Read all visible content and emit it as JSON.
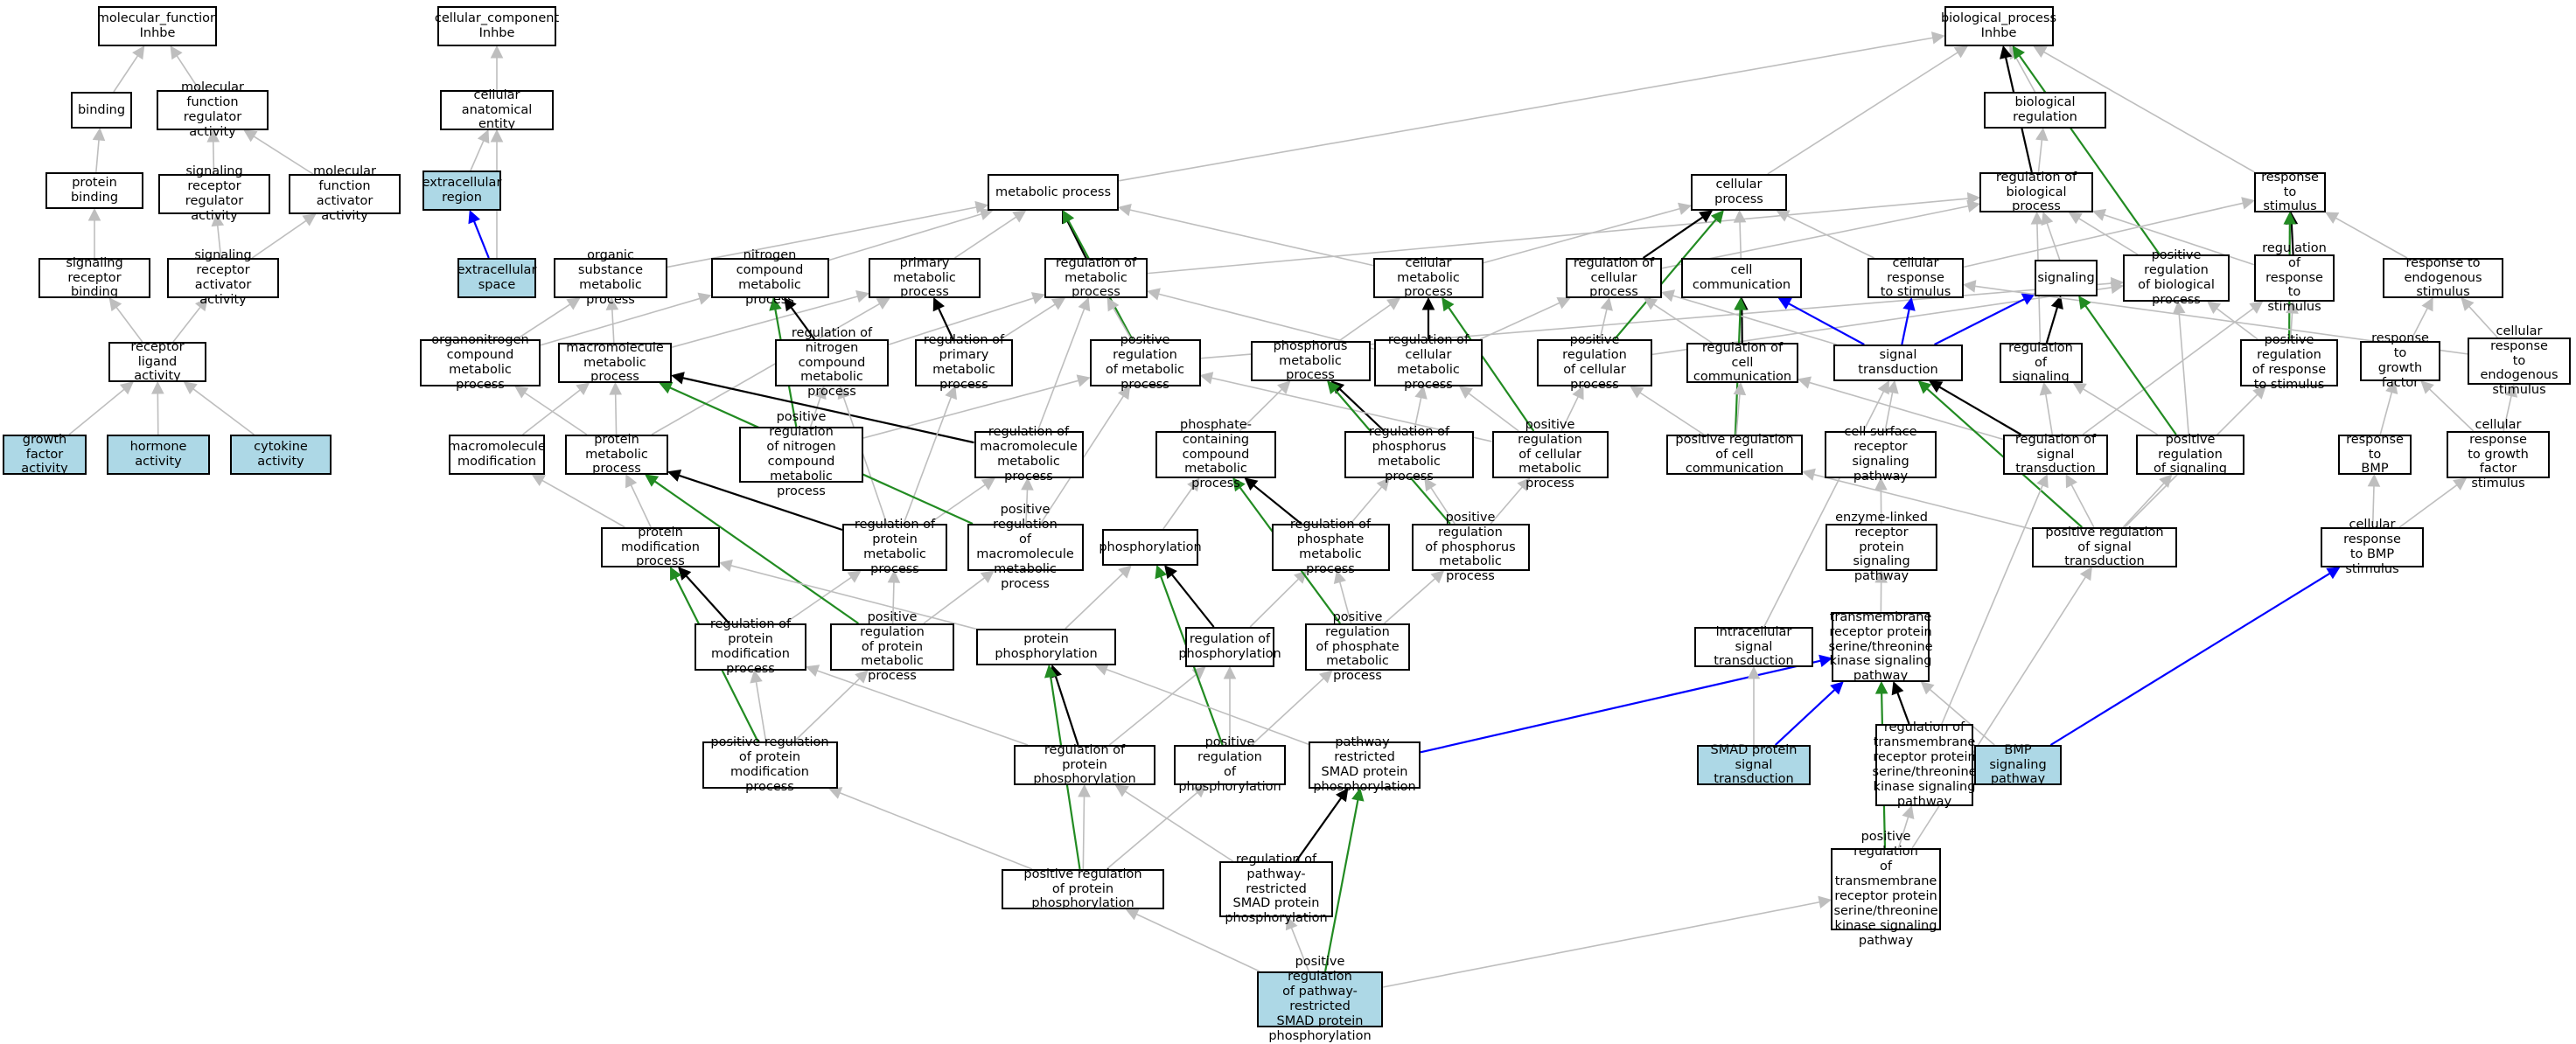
{
  "colors": {
    "node_fill": "#ffffff",
    "highlight_fill": "#add8e6",
    "is_a": "#bebebe",
    "part_of": "#0000ff",
    "regulates": "#000000",
    "positively_regulates": "#228b22"
  },
  "nodes": {
    "mf": "molecular_function\nInhbe",
    "cc": "cellular_component\nInhbe",
    "bp": "biological_process\nInhbe",
    "binding": "binding",
    "mfreg": "molecular function\nregulator activity",
    "cae": "cellular anatomical\nentity",
    "bioreg": "biological regulation",
    "protbind": "protein binding",
    "srra": "signaling receptor\nregulator activity",
    "mfact": "molecular function\nactivator activity",
    "extreg": "extracellular\nregion",
    "metab": "metabolic process",
    "cellproc": "cellular process",
    "regbio": "regulation of\nbiological process",
    "resp": "response to\nstimulus",
    "srbind": "signaling receptor\nbinding",
    "sraa": "signaling receptor\nactivator activity",
    "extspace": "extracellular\nspace",
    "orgsub": "organic substance\nmetabolic process",
    "nitro": "nitrogen compound\nmetabolic process",
    "primary": "primary metabolic\nprocess",
    "regmet": "regulation of\nmetabolic process",
    "cellmet": "cellular metabolic\nprocess",
    "regcell": "regulation of\ncellular process",
    "cellcomm": "cell communication",
    "cellresp": "cellular response\nto stimulus",
    "signaling": "signaling",
    "posregbio": "positive regulation\nof biological\nprocess",
    "regresp": "regulation of\nresponse to\nstimulus",
    "respendo": "response to\nendogenous stimulus",
    "rla": "receptor ligand\nactivity",
    "orgnitro": "organonitrogen\ncompound metabolic\nprocess",
    "macro": "macromolecule\nmetabolic process",
    "regnitro": "regulation of\nnitrogen compound\nmetabolic process",
    "regprim": "regulation of\nprimary metabolic\nprocess",
    "posregmet": "positive regulation\nof metabolic\nprocess",
    "phosmet": "phosphorus metabolic\nprocess",
    "regcellmet": "regulation of\ncellular metabolic\nprocess",
    "posregcell": "positive regulation\nof cellular\nprocess",
    "regcomm": "regulation of\ncell communication",
    "signtrans": "signal transduction",
    "regsig": "regulation of\nsignaling",
    "posregresp": "positive regulation\nof response\nto stimulus",
    "respgf": "response to\ngrowth factor",
    "cellrespendo": "cellular response\nto endogenous\nstimulus",
    "gfa": "growth factor\nactivity",
    "horm": "hormone activity",
    "cyto": "cytokine activity",
    "macmod": "macromolecule\nmodification",
    "protmet": "protein metabolic\nprocess",
    "posregnitro": "positive regulation\nof nitrogen\ncompound metabolic\nprocess",
    "regmacro": "regulation of\nmacromolecule\nmetabolic process",
    "phoscont": "phosphate-containing\ncompound metabolic\nprocess",
    "regphosmet": "regulation of\nphosphorus metabolic\nprocess",
    "posregcellmet": "positive regulation\nof cellular\nmetabolic process",
    "posregcomm": "positive regulation\nof cell communication",
    "csrsp": "cell surface\nreceptor signaling\npathway",
    "regsigtrans": "regulation of\nsignal transduction",
    "posregsig": "positive regulation\nof signaling",
    "respbmp": "response to\nBMP",
    "cellrespgf": "cellular response\nto growth factor\nstimulus",
    "protmod": "protein modification\nprocess",
    "regprotmet": "regulation of\nprotein metabolic\nprocess",
    "posregmacro": "positive regulation\nof macromolecule\nmetabolic process",
    "phosph": "phosphorylation",
    "regphosphate": "regulation of\nphosphate metabolic\nprocess",
    "posregphosmet": "positive regulation\nof phosphorus\nmetabolic process",
    "enzlinked": "enzyme-linked\nreceptor protein\nsignaling pathway",
    "posregsigtrans": "positive regulation\nof signal transduction",
    "cellrespbmp": "cellular response\nto BMP stimulus",
    "regprotmod": "regulation of\nprotein modification\nprocess",
    "posregprotmet": "positive regulation\nof protein metabolic\nprocess",
    "protphos": "protein phosphorylation",
    "regphos": "regulation of\nphosphorylation",
    "posregphosphate": "positive regulation\nof phosphate\nmetabolic process",
    "intrasig": "intracellular\nsignal transduction",
    "tmrpk": "transmembrane\nreceptor protein\nserine/threonine\nkinase signaling\npathway",
    "posregprotmod": "positive regulation\nof protein modification\nprocess",
    "regprotphos": "regulation of\nprotein phosphorylation",
    "posregphos": "positive regulation\nof phosphorylation",
    "prsmad": "pathway-restricted\nSMAD protein\nphosphorylation",
    "smad": "SMAD protein\nsignal transduction",
    "regtmrpk": "regulation of\ntransmembrane\nreceptor protein\nserine/threonine\nkinase signaling\npathway",
    "bmpsig": "BMP signaling\npathway",
    "posregprotphos": "positive regulation\nof protein phosphorylation",
    "regprsmad": "regulation of\npathway-restricted\nSMAD protein\nphosphorylation",
    "posregtmrpk": "positive regulation\nof transmembrane\nreceptor protein\nserine/threonine\nkinase signaling\npathway",
    "posregprsmad": "positive regulation\nof pathway-restricted\nSMAD protein\nphosphorylation"
  },
  "highlighted": [
    "extreg",
    "extspace",
    "gfa",
    "horm",
    "cyto",
    "smad",
    "bmpsig",
    "posregprsmad"
  ],
  "edges": [
    [
      "binding",
      "mf",
      "is_a"
    ],
    [
      "mfreg",
      "mf",
      "is_a"
    ],
    [
      "protbind",
      "binding",
      "is_a"
    ],
    [
      "srbind",
      "protbind",
      "is_a"
    ],
    [
      "rla",
      "srbind",
      "is_a"
    ],
    [
      "srra",
      "mfreg",
      "is_a"
    ],
    [
      "mfact",
      "mfreg",
      "is_a"
    ],
    [
      "sraa",
      "srra",
      "is_a"
    ],
    [
      "sraa",
      "mfact",
      "is_a"
    ],
    [
      "rla",
      "sraa",
      "is_a"
    ],
    [
      "gfa",
      "rla",
      "is_a"
    ],
    [
      "horm",
      "rla",
      "is_a"
    ],
    [
      "cyto",
      "rla",
      "is_a"
    ],
    [
      "cae",
      "cc",
      "is_a"
    ],
    [
      "extreg",
      "cae",
      "is_a"
    ],
    [
      "extspace",
      "extreg",
      "part_of"
    ],
    [
      "extspace",
      "cae",
      "is_a"
    ],
    [
      "metab",
      "bp",
      "is_a"
    ],
    [
      "cellproc",
      "bp",
      "is_a"
    ],
    [
      "bioreg",
      "bp",
      "is_a"
    ],
    [
      "regbio",
      "bp",
      "regulates"
    ],
    [
      "regbio",
      "bioreg",
      "is_a"
    ],
    [
      "resp",
      "bp",
      "is_a"
    ],
    [
      "posregbio",
      "bp",
      "positively_regulates"
    ],
    [
      "posregbio",
      "regbio",
      "is_a"
    ],
    [
      "orgsub",
      "metab",
      "is_a"
    ],
    [
      "nitro",
      "metab",
      "is_a"
    ],
    [
      "primary",
      "metab",
      "is_a"
    ],
    [
      "regmet",
      "metab",
      "regulates"
    ],
    [
      "cellmet",
      "metab",
      "is_a"
    ],
    [
      "posregmet",
      "metab",
      "positively_regulates"
    ],
    [
      "regmet",
      "regbio",
      "is_a"
    ],
    [
      "cellmet",
      "cellproc",
      "is_a"
    ],
    [
      "regcell",
      "cellproc",
      "regulates"
    ],
    [
      "regcell",
      "regbio",
      "is_a"
    ],
    [
      "cellcomm",
      "cellproc",
      "is_a"
    ],
    [
      "cellresp",
      "cellproc",
      "is_a"
    ],
    [
      "cellresp",
      "resp",
      "is_a"
    ],
    [
      "signaling",
      "regbio",
      "is_a"
    ],
    [
      "regresp",
      "resp",
      "regulates"
    ],
    [
      "regresp",
      "regbio",
      "is_a"
    ],
    [
      "respendo",
      "resp",
      "is_a"
    ],
    [
      "orgnitro",
      "orgsub",
      "is_a"
    ],
    [
      "orgnitro",
      "nitro",
      "is_a"
    ],
    [
      "macro",
      "orgsub",
      "is_a"
    ],
    [
      "macro",
      "primary",
      "is_a"
    ],
    [
      "regnitro",
      "nitro",
      "regulates"
    ],
    [
      "regnitro",
      "regmet",
      "is_a"
    ],
    [
      "regprim",
      "primary",
      "regulates"
    ],
    [
      "regprim",
      "regmet",
      "is_a"
    ],
    [
      "posregmet",
      "regmet",
      "is_a"
    ],
    [
      "posregmet",
      "posregbio",
      "is_a"
    ],
    [
      "phosmet",
      "cellmet",
      "is_a"
    ],
    [
      "regcellmet",
      "cellmet",
      "regulates"
    ],
    [
      "regcellmet",
      "regmet",
      "is_a"
    ],
    [
      "regcellmet",
      "regcell",
      "is_a"
    ],
    [
      "posregcell",
      "cellproc",
      "positively_regulates"
    ],
    [
      "posregcell",
      "regcell",
      "is_a"
    ],
    [
      "posregcell",
      "posregbio",
      "is_a"
    ],
    [
      "regcomm",
      "cellcomm",
      "regulates"
    ],
    [
      "regcomm",
      "regcell",
      "is_a"
    ],
    [
      "signtrans",
      "cellcomm",
      "part_of"
    ],
    [
      "signtrans",
      "signaling",
      "part_of"
    ],
    [
      "signtrans",
      "cellresp",
      "part_of"
    ],
    [
      "signtrans",
      "regcell",
      "is_a"
    ],
    [
      "regsig",
      "signaling",
      "regulates"
    ],
    [
      "regsig",
      "regbio",
      "is_a"
    ],
    [
      "posregresp",
      "resp",
      "positively_regulates"
    ],
    [
      "posregresp",
      "regresp",
      "is_a"
    ],
    [
      "posregresp",
      "posregbio",
      "is_a"
    ],
    [
      "respgf",
      "respendo",
      "is_a"
    ],
    [
      "cellrespendo",
      "respendo",
      "is_a"
    ],
    [
      "cellrespendo",
      "cellresp",
      "is_a"
    ],
    [
      "macmod",
      "macro",
      "is_a"
    ],
    [
      "protmet",
      "macro",
      "is_a"
    ],
    [
      "protmet",
      "orgnitro",
      "is_a"
    ],
    [
      "protmet",
      "primary",
      "is_a"
    ],
    [
      "posregnitro",
      "nitro",
      "positively_regulates"
    ],
    [
      "posregnitro",
      "regnitro",
      "is_a"
    ],
    [
      "posregnitro",
      "posregmet",
      "is_a"
    ],
    [
      "regmacro",
      "macro",
      "regulates"
    ],
    [
      "regmacro",
      "regmet",
      "is_a"
    ],
    [
      "phoscont",
      "phosmet",
      "is_a"
    ],
    [
      "regphosmet",
      "phosmet",
      "regulates"
    ],
    [
      "regphosmet",
      "regcellmet",
      "is_a"
    ],
    [
      "posregcellmet",
      "cellmet",
      "positively_regulates"
    ],
    [
      "posregcellmet",
      "regcellmet",
      "is_a"
    ],
    [
      "posregcellmet",
      "posregcell",
      "is_a"
    ],
    [
      "posregcellmet",
      "posregmet",
      "is_a"
    ],
    [
      "posregcomm",
      "cellcomm",
      "positively_regulates"
    ],
    [
      "posregcomm",
      "regcomm",
      "is_a"
    ],
    [
      "posregcomm",
      "posregcell",
      "is_a"
    ],
    [
      "csrsp",
      "signtrans",
      "is_a"
    ],
    [
      "regsigtrans",
      "signtrans",
      "regulates"
    ],
    [
      "regsigtrans",
      "regsig",
      "is_a"
    ],
    [
      "regsigtrans",
      "regcomm",
      "is_a"
    ],
    [
      "regsigtrans",
      "regresp",
      "is_a"
    ],
    [
      "posregsig",
      "signaling",
      "positively_regulates"
    ],
    [
      "posregsig",
      "regsig",
      "is_a"
    ],
    [
      "posregsig",
      "posregbio",
      "is_a"
    ],
    [
      "respbmp",
      "respgf",
      "is_a"
    ],
    [
      "cellrespgf",
      "respgf",
      "is_a"
    ],
    [
      "cellrespgf",
      "cellrespendo",
      "is_a"
    ],
    [
      "protmod",
      "macmod",
      "is_a"
    ],
    [
      "protmod",
      "protmet",
      "is_a"
    ],
    [
      "regprotmet",
      "protmet",
      "regulates"
    ],
    [
      "regprotmet",
      "regmacro",
      "is_a"
    ],
    [
      "regprotmet",
      "regprim",
      "is_a"
    ],
    [
      "regprotmet",
      "regnitro",
      "is_a"
    ],
    [
      "posregmacro",
      "macro",
      "positively_regulates"
    ],
    [
      "posregmacro",
      "regmacro",
      "is_a"
    ],
    [
      "posregmacro",
      "posregmet",
      "is_a"
    ],
    [
      "phosph",
      "phoscont",
      "is_a"
    ],
    [
      "regphosphate",
      "phoscont",
      "regulates"
    ],
    [
      "regphosphate",
      "regphosmet",
      "is_a"
    ],
    [
      "posregphosmet",
      "phosmet",
      "positively_regulates"
    ],
    [
      "posregphosmet",
      "regphosmet",
      "is_a"
    ],
    [
      "posregphosmet",
      "posregcellmet",
      "is_a"
    ],
    [
      "enzlinked",
      "csrsp",
      "is_a"
    ],
    [
      "posregsigtrans",
      "signtrans",
      "positively_regulates"
    ],
    [
      "posregsigtrans",
      "regsigtrans",
      "is_a"
    ],
    [
      "posregsigtrans",
      "posregsig",
      "is_a"
    ],
    [
      "posregsigtrans",
      "posregcomm",
      "is_a"
    ],
    [
      "posregsigtrans",
      "posregresp",
      "is_a"
    ],
    [
      "cellrespbmp",
      "respbmp",
      "is_a"
    ],
    [
      "cellrespbmp",
      "cellrespgf",
      "is_a"
    ],
    [
      "regprotmod",
      "protmod",
      "regulates"
    ],
    [
      "regprotmod",
      "regprotmet",
      "is_a"
    ],
    [
      "posregprotmet",
      "protmet",
      "positively_regulates"
    ],
    [
      "posregprotmet",
      "regprotmet",
      "is_a"
    ],
    [
      "posregprotmet",
      "posregmacro",
      "is_a"
    ],
    [
      "protphos",
      "protmod",
      "is_a"
    ],
    [
      "protphos",
      "phosph",
      "is_a"
    ],
    [
      "regphos",
      "phosph",
      "regulates"
    ],
    [
      "regphos",
      "regphosphate",
      "is_a"
    ],
    [
      "posregphosphate",
      "phoscont",
      "positively_regulates"
    ],
    [
      "posregphosphate",
      "regphosphate",
      "is_a"
    ],
    [
      "posregphosphate",
      "posregphosmet",
      "is_a"
    ],
    [
      "intrasig",
      "signtrans",
      "is_a"
    ],
    [
      "tmrpk",
      "enzlinked",
      "is_a"
    ],
    [
      "posregprotmod",
      "protmod",
      "positively_regulates"
    ],
    [
      "posregprotmod",
      "regprotmod",
      "is_a"
    ],
    [
      "posregprotmod",
      "posregprotmet",
      "is_a"
    ],
    [
      "regprotphos",
      "protphos",
      "regulates"
    ],
    [
      "regprotphos",
      "regphos",
      "is_a"
    ],
    [
      "regprotphos",
      "regprotmod",
      "is_a"
    ],
    [
      "posregphos",
      "phosph",
      "positively_regulates"
    ],
    [
      "posregphos",
      "regphos",
      "is_a"
    ],
    [
      "posregphos",
      "posregphosphate",
      "is_a"
    ],
    [
      "prsmad",
      "protphos",
      "is_a"
    ],
    [
      "prsmad",
      "tmrpk",
      "part_of"
    ],
    [
      "smad",
      "intrasig",
      "is_a"
    ],
    [
      "smad",
      "tmrpk",
      "part_of"
    ],
    [
      "regtmrpk",
      "tmrpk",
      "regulates"
    ],
    [
      "regtmrpk",
      "regsigtrans",
      "is_a"
    ],
    [
      "bmpsig",
      "tmrpk",
      "is_a"
    ],
    [
      "bmpsig",
      "cellrespbmp",
      "part_of"
    ],
    [
      "posregprotphos",
      "protphos",
      "positively_regulates"
    ],
    [
      "posregprotphos",
      "regprotphos",
      "is_a"
    ],
    [
      "posregprotphos",
      "posregphos",
      "is_a"
    ],
    [
      "posregprotphos",
      "posregprotmod",
      "is_a"
    ],
    [
      "regprsmad",
      "prsmad",
      "regulates"
    ],
    [
      "regprsmad",
      "regprotphos",
      "is_a"
    ],
    [
      "posregtmrpk",
      "tmrpk",
      "positively_regulates"
    ],
    [
      "posregtmrpk",
      "regtmrpk",
      "is_a"
    ],
    [
      "posregtmrpk",
      "posregsigtrans",
      "is_a"
    ],
    [
      "posregprsmad",
      "prsmad",
      "positively_regulates"
    ],
    [
      "posregprsmad",
      "regprsmad",
      "is_a"
    ],
    [
      "posregprsmad",
      "posregprotphos",
      "is_a"
    ],
    [
      "posregprsmad",
      "posregtmrpk",
      "is_a"
    ]
  ]
}
